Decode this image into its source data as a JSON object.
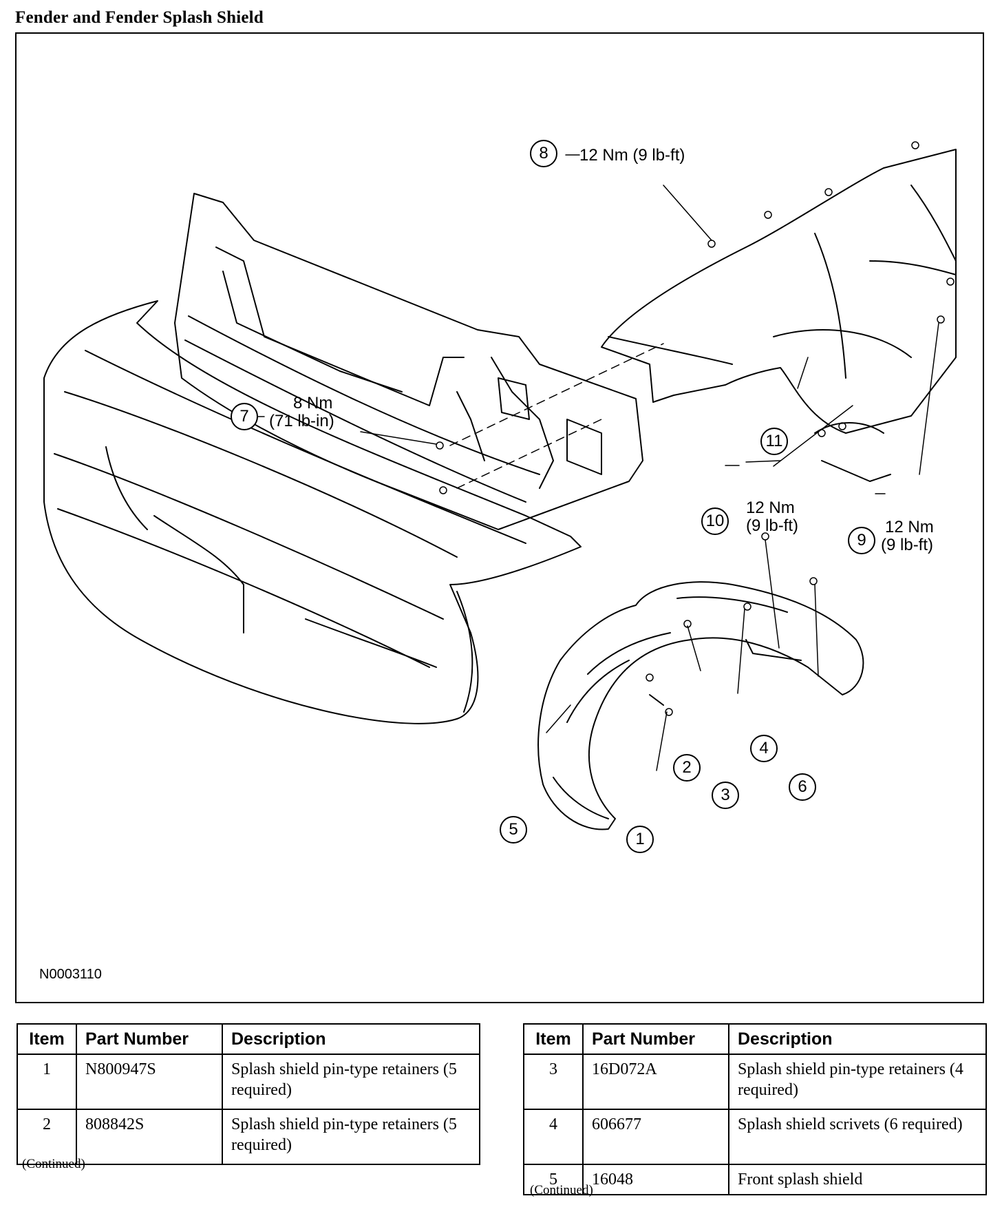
{
  "title": "Fender and Fender Splash Shield",
  "figure_id": "N0003110",
  "callouts": [
    {
      "id": "1"
    },
    {
      "id": "2"
    },
    {
      "id": "3"
    },
    {
      "id": "4"
    },
    {
      "id": "5"
    },
    {
      "id": "6"
    },
    {
      "id": "7",
      "torque": [
        "8 Nm",
        "(71 lb-in)"
      ]
    },
    {
      "id": "8",
      "torque": [
        "12 Nm (9 lb-ft)"
      ]
    },
    {
      "id": "9",
      "torque": [
        "12 Nm",
        "(9 lb-ft)"
      ]
    },
    {
      "id": "10",
      "torque": [
        "12 Nm",
        "(9 lb-ft)"
      ]
    },
    {
      "id": "11"
    }
  ],
  "tables": {
    "headers": [
      "Item",
      "Part Number",
      "Description"
    ],
    "left": {
      "rows": [
        {
          "item": "1",
          "part_number": "N800947S",
          "description": "Splash shield pin-type retainers (5 required)"
        },
        {
          "item": "2",
          "part_number": "808842S",
          "description": "Splash shield pin-type retainers (5 required)"
        }
      ],
      "footer": "(Continued)"
    },
    "right": {
      "rows": [
        {
          "item": "3",
          "part_number": "16D072A",
          "description": "Splash shield pin-type retainers (4 required)"
        },
        {
          "item": "4",
          "part_number": "606677",
          "description": "Splash shield scrivets (6 required)"
        },
        {
          "item": "5",
          "part_number": "16048",
          "description": "Front splash shield"
        }
      ],
      "footer": "(Continued)"
    }
  }
}
